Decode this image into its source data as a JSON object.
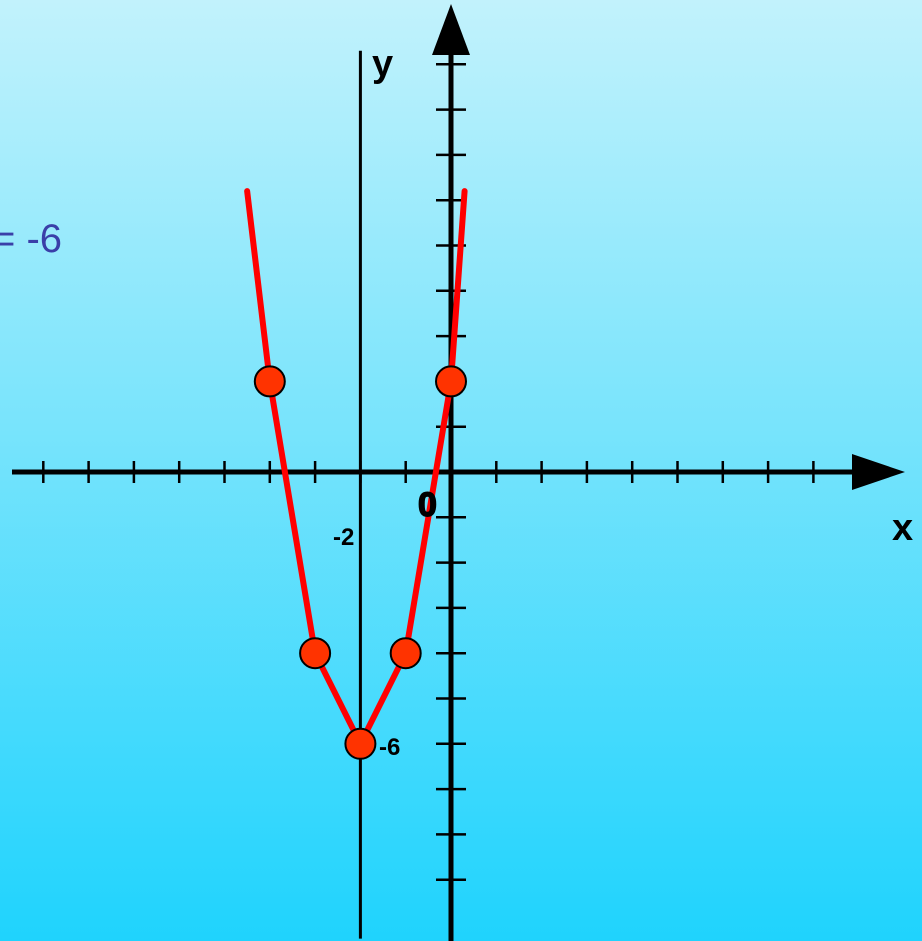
{
  "chart_data": {
    "type": "line",
    "xlabel": "x",
    "ylabel": "y",
    "origin_label": "0",
    "x_tick_labels": [
      {
        "value": -2,
        "text": "-2"
      }
    ],
    "y_tick_labels": [
      {
        "value": -6,
        "text": "-6"
      }
    ],
    "xlim": [
      -10,
      10
    ],
    "ylim": [
      -10,
      10
    ],
    "tick_step": 1,
    "series": [
      {
        "type": "line",
        "color": "#ff0000",
        "x": [
          -4.5,
          -4.0,
          -3.0,
          -2.0,
          -1.0,
          0.0,
          0.3
        ],
        "y": [
          6.2,
          2.0,
          -4.0,
          -6.0,
          -4.0,
          2.0,
          6.2
        ]
      }
    ],
    "points": [
      {
        "x": -4,
        "y": 2
      },
      {
        "x": -3,
        "y": -4
      },
      {
        "x": -2,
        "y": -6
      },
      {
        "x": -1,
        "y": -4
      },
      {
        "x": 0,
        "y": 2
      }
    ],
    "vertical_lines": [
      {
        "x": -2
      }
    ],
    "axis_of_symmetry_range": [
      -10.3,
      9.3
    ],
    "point_color": "#ff3300",
    "background_top": "#c2f2fc",
    "background_bottom": "#1fd3fd",
    "side_text": "= -6",
    "side_text_color": "#3a3fa8"
  }
}
